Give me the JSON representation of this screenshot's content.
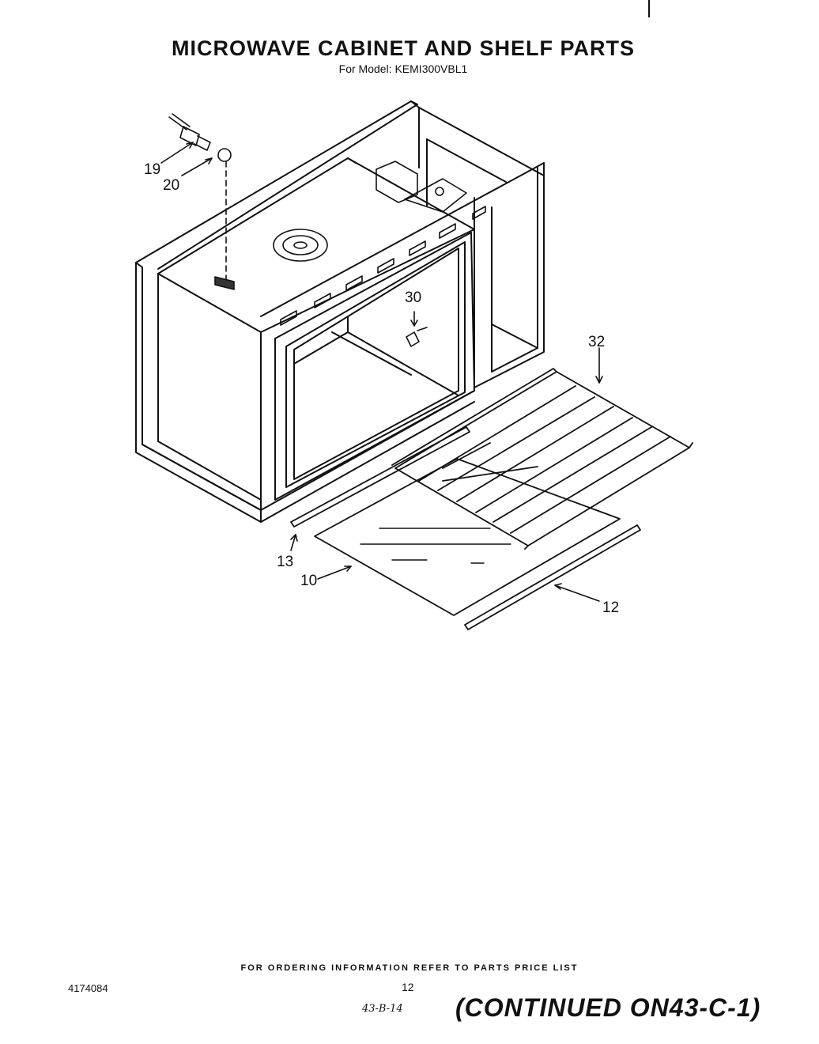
{
  "header": {
    "title": "MICROWAVE CABINET AND SHELF PARTS",
    "subtitle": "For Model: KEMI300VBL1"
  },
  "callouts": {
    "p19": "19",
    "p20": "20",
    "p30": "30",
    "p32": "32",
    "p13": "13",
    "p10": "10",
    "p12": "12"
  },
  "footer": {
    "ordering_note": "FOR ORDERING INFORMATION REFER TO PARTS PRICE LIST",
    "document_number": "4174084",
    "page_number": "12",
    "handwritten_ref": "43-B-14",
    "continued": "(CONTINUED ON43-C-1)"
  }
}
